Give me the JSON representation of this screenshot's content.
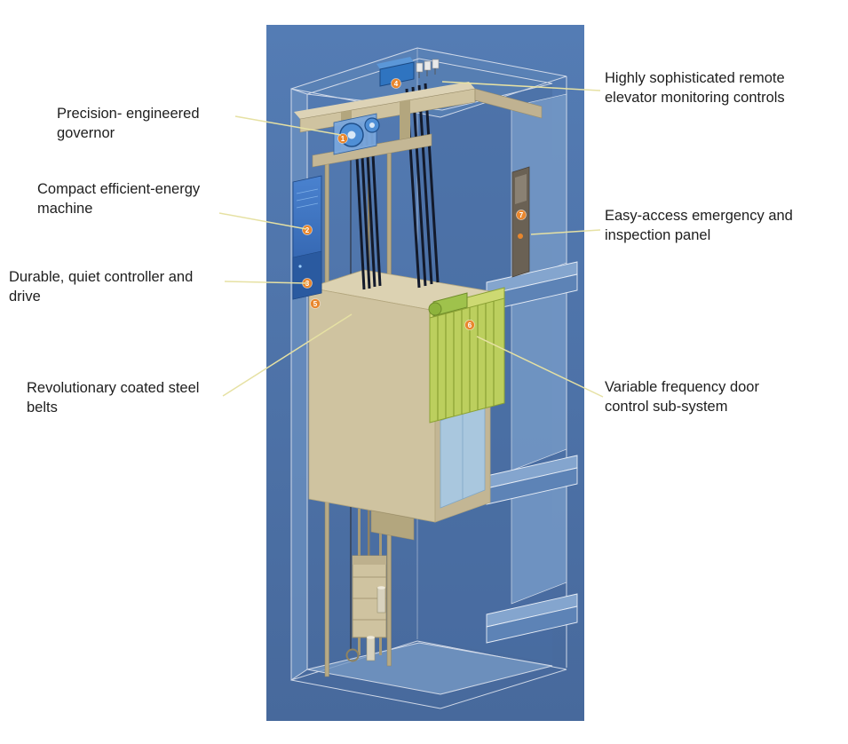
{
  "figure": {
    "type": "elevator-system-cutaway-diagram",
    "panel_color": "#4e78b4",
    "leader_line_color": "#e6e1a3",
    "marker_color": "#e8862d"
  },
  "labels": {
    "left": [
      {
        "name": "governor",
        "lines": [
          "Precision- engineered",
          "governor"
        ]
      },
      {
        "name": "machine",
        "lines": [
          "Compact efficient-energy",
          "machine"
        ]
      },
      {
        "name": "controller",
        "lines": [
          "Durable, quiet controller and",
          "drive"
        ]
      },
      {
        "name": "belts",
        "lines": [
          "Revolutionary coated steel",
          "belts"
        ]
      }
    ],
    "right": [
      {
        "name": "monitoring",
        "lines": [
          "Highly sophisticated remote",
          "elevator monitoring controls"
        ]
      },
      {
        "name": "emergency",
        "lines": [
          "Easy-access emergency and",
          "inspection panel"
        ]
      },
      {
        "name": "door",
        "lines": [
          "Variable frequency door",
          "control sub-system"
        ]
      }
    ]
  },
  "markers": [
    {
      "number": "1",
      "part": "governor"
    },
    {
      "number": "2",
      "part": "machine"
    },
    {
      "number": "3",
      "part": "controller-drive"
    },
    {
      "number": "4",
      "part": "remote-monitoring"
    },
    {
      "number": "5",
      "part": "coated-steel-belts"
    },
    {
      "number": "6",
      "part": "door-control"
    },
    {
      "number": "7",
      "part": "emergency-panel"
    }
  ]
}
